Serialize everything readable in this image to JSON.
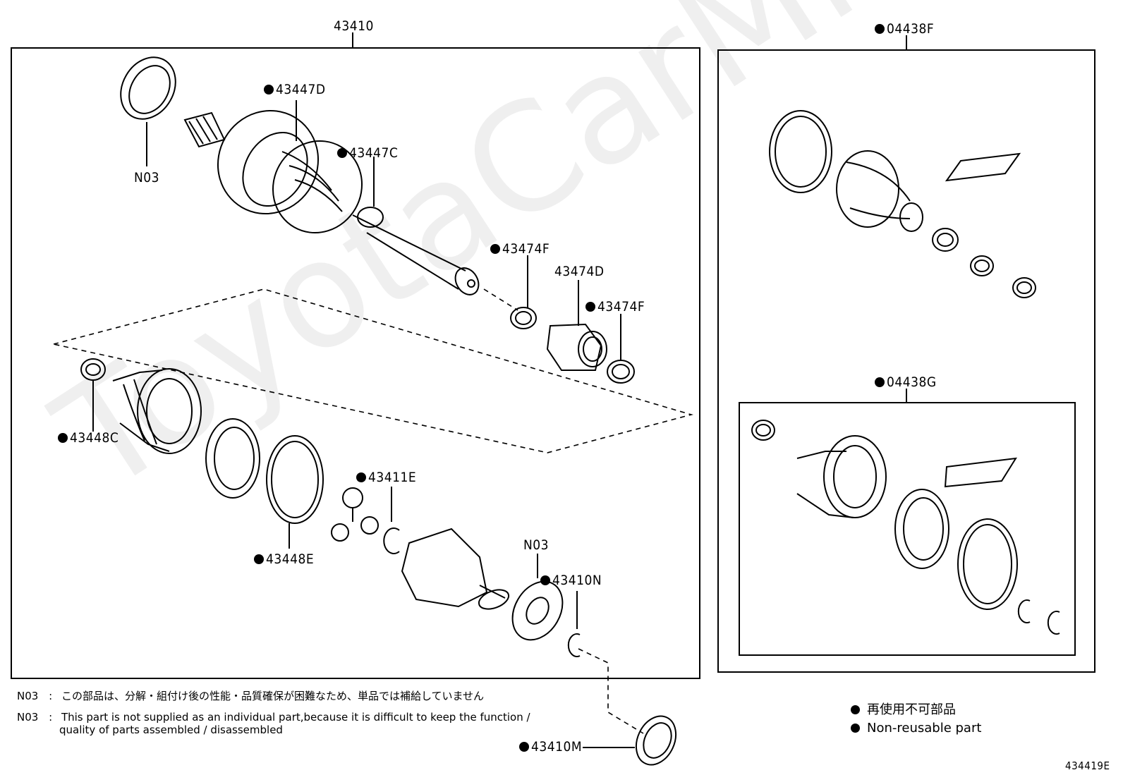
{
  "labels": {
    "assembly": "43410",
    "kit_f": "04438F",
    "kit_g": "04438G",
    "boot_outer": "43447D",
    "boot_clamp_c": "43447C",
    "clamp_f_upper": "43474F",
    "damper": "43474D",
    "clamp_f_lower": "43474F",
    "boot_inner_clamp": "43448C",
    "boot_inner_band": "43448E",
    "tripod": "43411E",
    "n03_upper": "N03",
    "n03_lower": "N03",
    "snap_ring": "43410N",
    "seal": "43410M",
    "diagram_code": "434419E"
  },
  "notes": {
    "code_1": "N03",
    "sep_1": ":",
    "text_jp": "この部品は、分解・組付け後の性能・品質確保が困難なため、単品では補給していません",
    "code_2": "N03",
    "sep_2": ":",
    "text_en_1": "This part is not supplied as an individual part,because it is difficult to keep the function /",
    "text_en_2": "quality of parts assembled / disassembled"
  },
  "legend": {
    "jp": "再使用不可部品",
    "en": "Non-reusable part"
  },
  "watermark": "ToyotaCarMine.ru"
}
